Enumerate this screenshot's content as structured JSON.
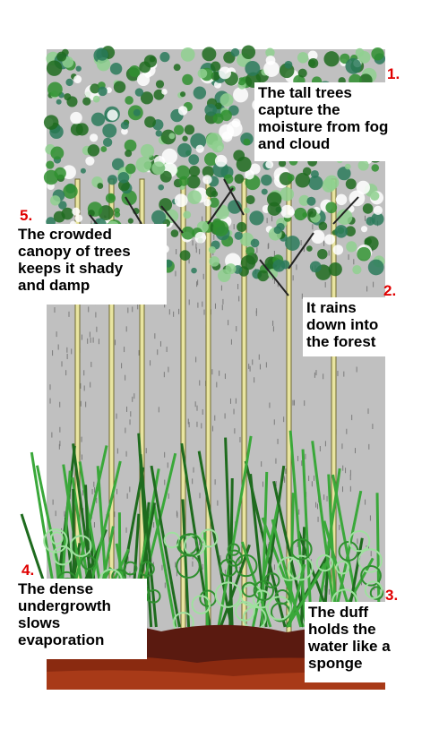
{
  "steps": [
    {
      "number": "1.",
      "lines": [
        "The tall trees",
        "capture the",
        "moisture from fog",
        "and cloud"
      ]
    },
    {
      "number": "2.",
      "lines": [
        "It rains",
        "down into",
        "the forest"
      ]
    },
    {
      "number": "3.",
      "lines": [
        "The duff",
        "holds the",
        "water like a",
        "sponge"
      ]
    },
    {
      "number": "4.",
      "lines": [
        "The dense",
        "undergrowth",
        "slows",
        "evaporation"
      ]
    },
    {
      "number": "5.",
      "lines": [
        "The crowded",
        "canopy of trees",
        "keeps it shady",
        "and damp"
      ]
    }
  ],
  "colors": {
    "number": "#e00000",
    "sky": "#c0c0c0",
    "canopy_dark": "#1e6b1e",
    "canopy_mid": "#2f8f2f",
    "canopy_light": "#8fd08f",
    "trunk": "#e8e4a0",
    "undergrowth": "#3aa83a",
    "duff": "#5a1a10",
    "soil": "#8a2a10"
  }
}
